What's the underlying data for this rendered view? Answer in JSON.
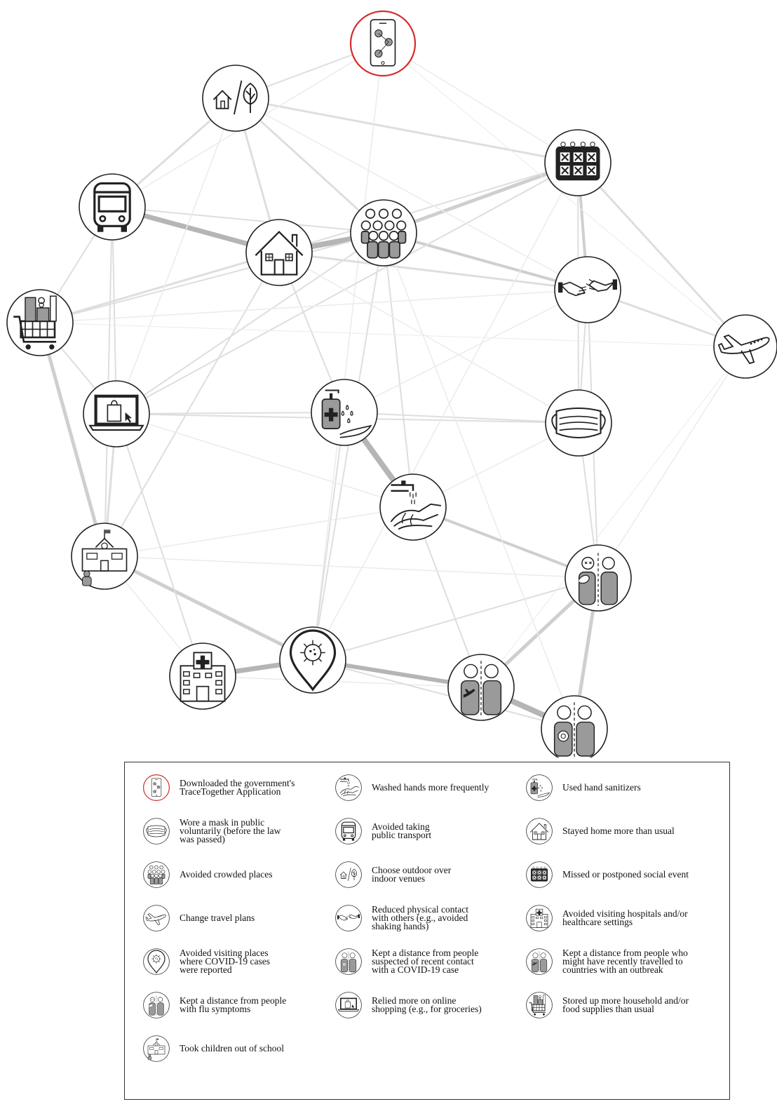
{
  "nodes": [
    {
      "id": "app",
      "icon": "phone-app-icon",
      "highlight": true
    },
    {
      "id": "outdoor",
      "icon": "house-tree-icon"
    },
    {
      "id": "social",
      "icon": "calendar-icon"
    },
    {
      "id": "transport",
      "icon": "bus-icon"
    },
    {
      "id": "crowd",
      "icon": "crowd-icon"
    },
    {
      "id": "home",
      "icon": "house-icon"
    },
    {
      "id": "contact",
      "icon": "handshake-icon"
    },
    {
      "id": "stock",
      "icon": "shopping-cart-icon"
    },
    {
      "id": "travel",
      "icon": "airplane-icon"
    },
    {
      "id": "online",
      "icon": "laptop-shopping-icon"
    },
    {
      "id": "sanitizer",
      "icon": "hand-sanitizer-icon"
    },
    {
      "id": "mask",
      "icon": "face-mask-icon"
    },
    {
      "id": "wash",
      "icon": "hand-washing-icon"
    },
    {
      "id": "school",
      "icon": "school-icon"
    },
    {
      "id": "flu",
      "icon": "flu-distance-icon"
    },
    {
      "id": "hospital",
      "icon": "hospital-icon"
    },
    {
      "id": "covid",
      "icon": "covid-location-icon"
    },
    {
      "id": "travelled",
      "icon": "travelled-distance-icon"
    },
    {
      "id": "suspected",
      "icon": "suspected-distance-icon"
    }
  ],
  "edges": [
    {
      "a": "transport",
      "b": "home",
      "w": 7
    },
    {
      "a": "home",
      "b": "crowd",
      "w": 8
    },
    {
      "a": "sanitizer",
      "b": "wash",
      "w": 8
    },
    {
      "a": "hospital",
      "b": "covid",
      "w": 7
    },
    {
      "a": "travelled",
      "b": "suspected",
      "w": 8
    },
    {
      "a": "covid",
      "b": "travelled",
      "w": 6
    },
    {
      "a": "crowd",
      "b": "social",
      "w": 5
    },
    {
      "a": "crowd",
      "b": "contact",
      "w": 4
    },
    {
      "a": "social",
      "b": "contact",
      "w": 4
    },
    {
      "a": "stock",
      "b": "school",
      "w": 5
    },
    {
      "a": "school",
      "b": "covid",
      "w": 5
    },
    {
      "a": "flu",
      "b": "travelled",
      "w": 5
    },
    {
      "a": "flu",
      "b": "suspected",
      "w": 5
    },
    {
      "a": "wash",
      "b": "flu",
      "w": 4
    },
    {
      "a": "outdoor",
      "b": "transport",
      "w": 3
    },
    {
      "a": "outdoor",
      "b": "social",
      "w": 3
    },
    {
      "a": "outdoor",
      "b": "home",
      "w": 3
    },
    {
      "a": "outdoor",
      "b": "crowd",
      "w": 3
    },
    {
      "a": "app",
      "b": "outdoor",
      "w": 2
    },
    {
      "a": "app",
      "b": "covid",
      "w": 1.5
    },
    {
      "a": "app",
      "b": "transport",
      "w": 1.5
    },
    {
      "a": "home",
      "b": "contact",
      "w": 3
    },
    {
      "a": "stock",
      "b": "home",
      "w": 3
    },
    {
      "a": "stock",
      "b": "online",
      "w": 2
    },
    {
      "a": "transport",
      "b": "stock",
      "w": 2
    },
    {
      "a": "transport",
      "b": "online",
      "w": 2
    },
    {
      "a": "transport",
      "b": "school",
      "w": 2
    },
    {
      "a": "online",
      "b": "school",
      "w": 3
    },
    {
      "a": "online",
      "b": "sanitizer",
      "w": 2
    },
    {
      "a": "online",
      "b": "mask",
      "w": 2
    },
    {
      "a": "online",
      "b": "crowd",
      "w": 2
    },
    {
      "a": "online",
      "b": "hospital",
      "w": 2
    },
    {
      "a": "sanitizer",
      "b": "mask",
      "w": 2
    },
    {
      "a": "sanitizer",
      "b": "home",
      "w": 2
    },
    {
      "a": "sanitizer",
      "b": "covid",
      "w": 2
    },
    {
      "a": "mask",
      "b": "contact",
      "w": 2
    },
    {
      "a": "mask",
      "b": "flu",
      "w": 2
    },
    {
      "a": "mask",
      "b": "social",
      "w": 2
    },
    {
      "a": "contact",
      "b": "travel",
      "w": 3
    },
    {
      "a": "social",
      "b": "travel",
      "w": 3
    },
    {
      "a": "flu",
      "b": "travel",
      "w": 1.5
    },
    {
      "a": "wash",
      "b": "school",
      "w": 1.5
    },
    {
      "a": "wash",
      "b": "travelled",
      "w": 2
    },
    {
      "a": "crowd",
      "b": "covid",
      "w": 2
    },
    {
      "a": "crowd",
      "b": "wash",
      "w": 2
    },
    {
      "a": "covid",
      "b": "flu",
      "w": 2
    },
    {
      "a": "school",
      "b": "flu",
      "w": 1.5
    },
    {
      "a": "stock",
      "b": "crowd",
      "w": 2
    },
    {
      "a": "social",
      "b": "online",
      "w": 2
    },
    {
      "a": "social",
      "b": "covid",
      "w": 1.5
    },
    {
      "a": "home",
      "b": "school",
      "w": 2
    },
    {
      "a": "contact",
      "b": "flu",
      "w": 2
    },
    {
      "a": "hospital",
      "b": "travelled",
      "w": 1.5
    },
    {
      "a": "app",
      "b": "social",
      "w": 1.5
    },
    {
      "a": "transport",
      "b": "crowd",
      "w": 2
    },
    {
      "a": "home",
      "b": "social",
      "w": 2
    },
    {
      "a": "stock",
      "b": "contact",
      "w": 1.5
    },
    {
      "a": "outdoor",
      "b": "online",
      "w": 1.5
    },
    {
      "a": "outdoor",
      "b": "contact",
      "w": 1.5
    },
    {
      "a": "school",
      "b": "hospital",
      "w": 1.5
    },
    {
      "a": "online",
      "b": "wash",
      "w": 1.5
    },
    {
      "a": "sanitizer",
      "b": "contact",
      "w": 1.5
    },
    {
      "a": "home",
      "b": "mask",
      "w": 1.5
    },
    {
      "a": "mask",
      "b": "wash",
      "w": 1.5
    },
    {
      "a": "covid",
      "b": "suspected",
      "w": 2
    },
    {
      "a": "stock",
      "b": "travel",
      "w": 1
    },
    {
      "a": "travel",
      "b": "travelled",
      "w": 1
    },
    {
      "a": "app",
      "b": "travel",
      "w": 1
    },
    {
      "a": "crowd",
      "b": "suspected",
      "w": 1.5
    }
  ],
  "legend": [
    {
      "icon": "phone-app-icon",
      "label": "Downloaded the government's\nTraceTogether Application",
      "highlight": true
    },
    {
      "icon": "hand-washing-icon",
      "label": "Washed hands more frequently"
    },
    {
      "icon": "hand-sanitizer-icon",
      "label": "Used hand sanitizers"
    },
    {
      "icon": "face-mask-icon",
      "label": "Wore a mask in public\nvoluntarily (before the law\nwas passed)"
    },
    {
      "icon": "bus-icon",
      "label": "Avoided taking\npublic transport"
    },
    {
      "icon": "house-icon",
      "label": "Stayed home more than usual"
    },
    {
      "icon": "crowd-icon",
      "label": "Avoided crowded places"
    },
    {
      "icon": "house-tree-icon",
      "label": "Choose outdoor over\nindoor venues"
    },
    {
      "icon": "calendar-icon",
      "label": "Missed or postponed social event"
    },
    {
      "icon": "airplane-icon",
      "label": "Change travel plans"
    },
    {
      "icon": "handshake-icon",
      "label": "Reduced physical contact\nwith others (e.g., avoided\nshaking hands)"
    },
    {
      "icon": "hospital-icon",
      "label": "Avoided visiting hospitals and/or\nhealthcare settings"
    },
    {
      "icon": "covid-location-icon",
      "label": "Avoided visiting places\nwhere COVID-19 cases\nwere reported"
    },
    {
      "icon": "suspected-distance-icon",
      "label": "Kept a distance from people\nsuspected of recent contact\nwith a COVID-19 case"
    },
    {
      "icon": "travelled-distance-icon",
      "label": "Kept a distance from people who\nmight have recently travelled to\ncountries with an outbreak"
    },
    {
      "icon": "flu-distance-icon",
      "label": "Kept a distance from people\nwith flu symptoms"
    },
    {
      "icon": "laptop-shopping-icon",
      "label": "Relied more on online\nshopping (e.g., for groceries)"
    },
    {
      "icon": "shopping-cart-icon",
      "label": "Stored up more household and/or\nfood supplies than usual"
    },
    {
      "icon": "school-icon",
      "label": "Took children out of school"
    }
  ]
}
